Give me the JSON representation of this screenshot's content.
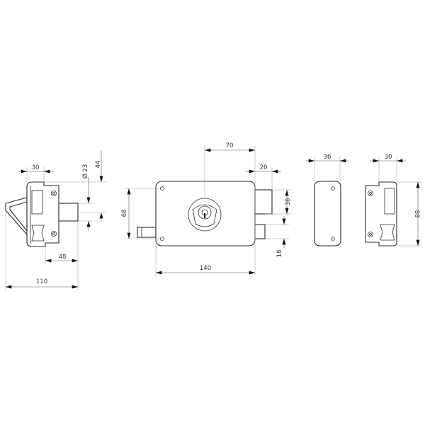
{
  "drawing": {
    "side_view": {
      "d_30": "30",
      "d_44": "44",
      "d_diam": "Ø 23",
      "d_48": "48",
      "d_110": "110"
    },
    "front_view": {
      "d_70": "70",
      "d_20": "20",
      "d_36": "36",
      "d_68": "68",
      "d_18": "18",
      "d_140": "140"
    },
    "plate_view": {
      "d_36": "36"
    },
    "strike_view": {
      "d_30": "30",
      "d_88": "88"
    }
  }
}
